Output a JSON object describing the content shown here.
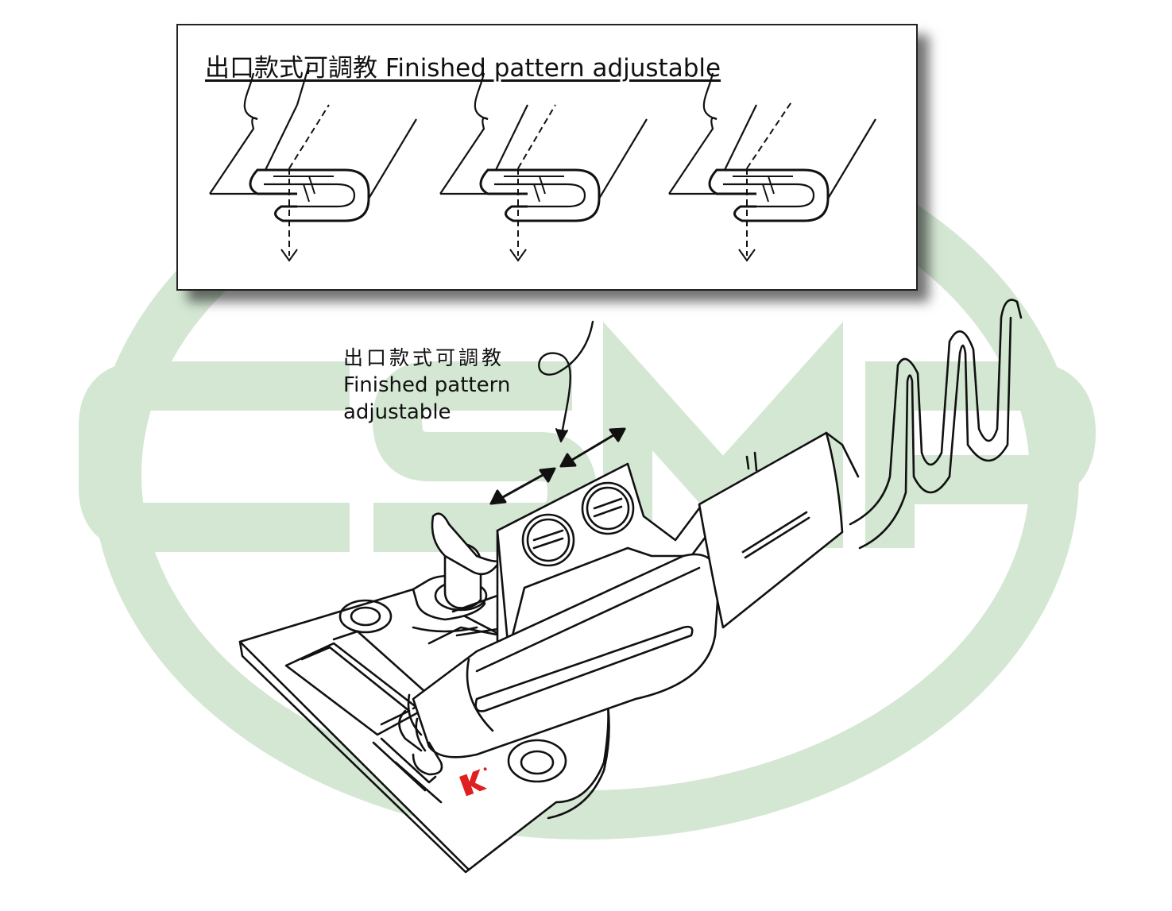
{
  "watermark": {
    "letters": "CSMP",
    "color": "#d4e7d3"
  },
  "panel": {
    "title": "出口款式可調教  Finished pattern adjustable"
  },
  "callout": {
    "line_zh": "出口款式可調教",
    "line_en_1": "Finished pattern",
    "line_en_2": "adjustable"
  },
  "brand_mark": {
    "color": "#e02020"
  },
  "icons": [
    "dashed-down-arrow-icon",
    "double-headed-arrow-icon",
    "screw-icon"
  ]
}
